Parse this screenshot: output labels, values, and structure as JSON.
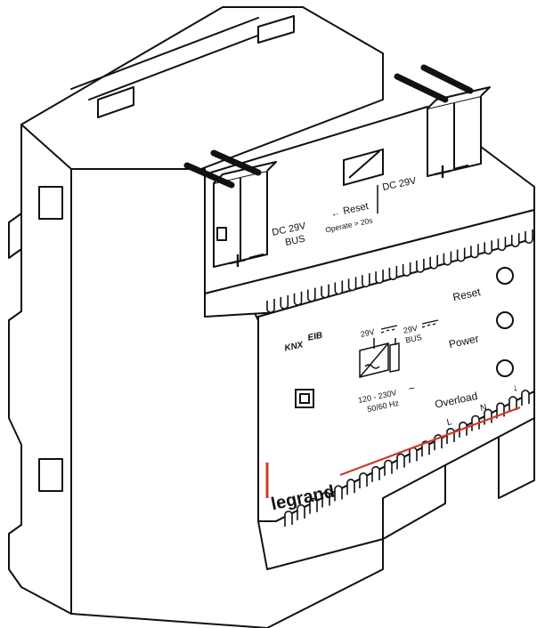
{
  "diagram": {
    "colors": {
      "line": "#111111",
      "accent": "#d23a2a",
      "background": "#ffffff"
    },
    "top_terminal_left": {
      "voltage": "DC 29V",
      "bus": "BUS",
      "plus": "+",
      "minus": "−"
    },
    "top_terminal_right": {
      "voltage": "DC 29V",
      "plus": "+",
      "minus": "−"
    },
    "reset_button": {
      "label": "Reset",
      "note": "Operate > 20s",
      "arrow": "←"
    },
    "logos": {
      "knx": "KNX",
      "eib": "EIB",
      "brand": "legrand"
    },
    "schematic": {
      "out_voltage": "29V",
      "bus_voltage": "29V",
      "bus_label": "BUS",
      "input_range": "120 - 230V",
      "ac_symbol": "~",
      "frequency": "50/60 Hz"
    },
    "indicators": {
      "reset": "Reset",
      "power": "Power",
      "overload": "Overload"
    },
    "mains_terminals": {
      "l": "L",
      "n": "N",
      "down_arrow": "↓"
    }
  }
}
